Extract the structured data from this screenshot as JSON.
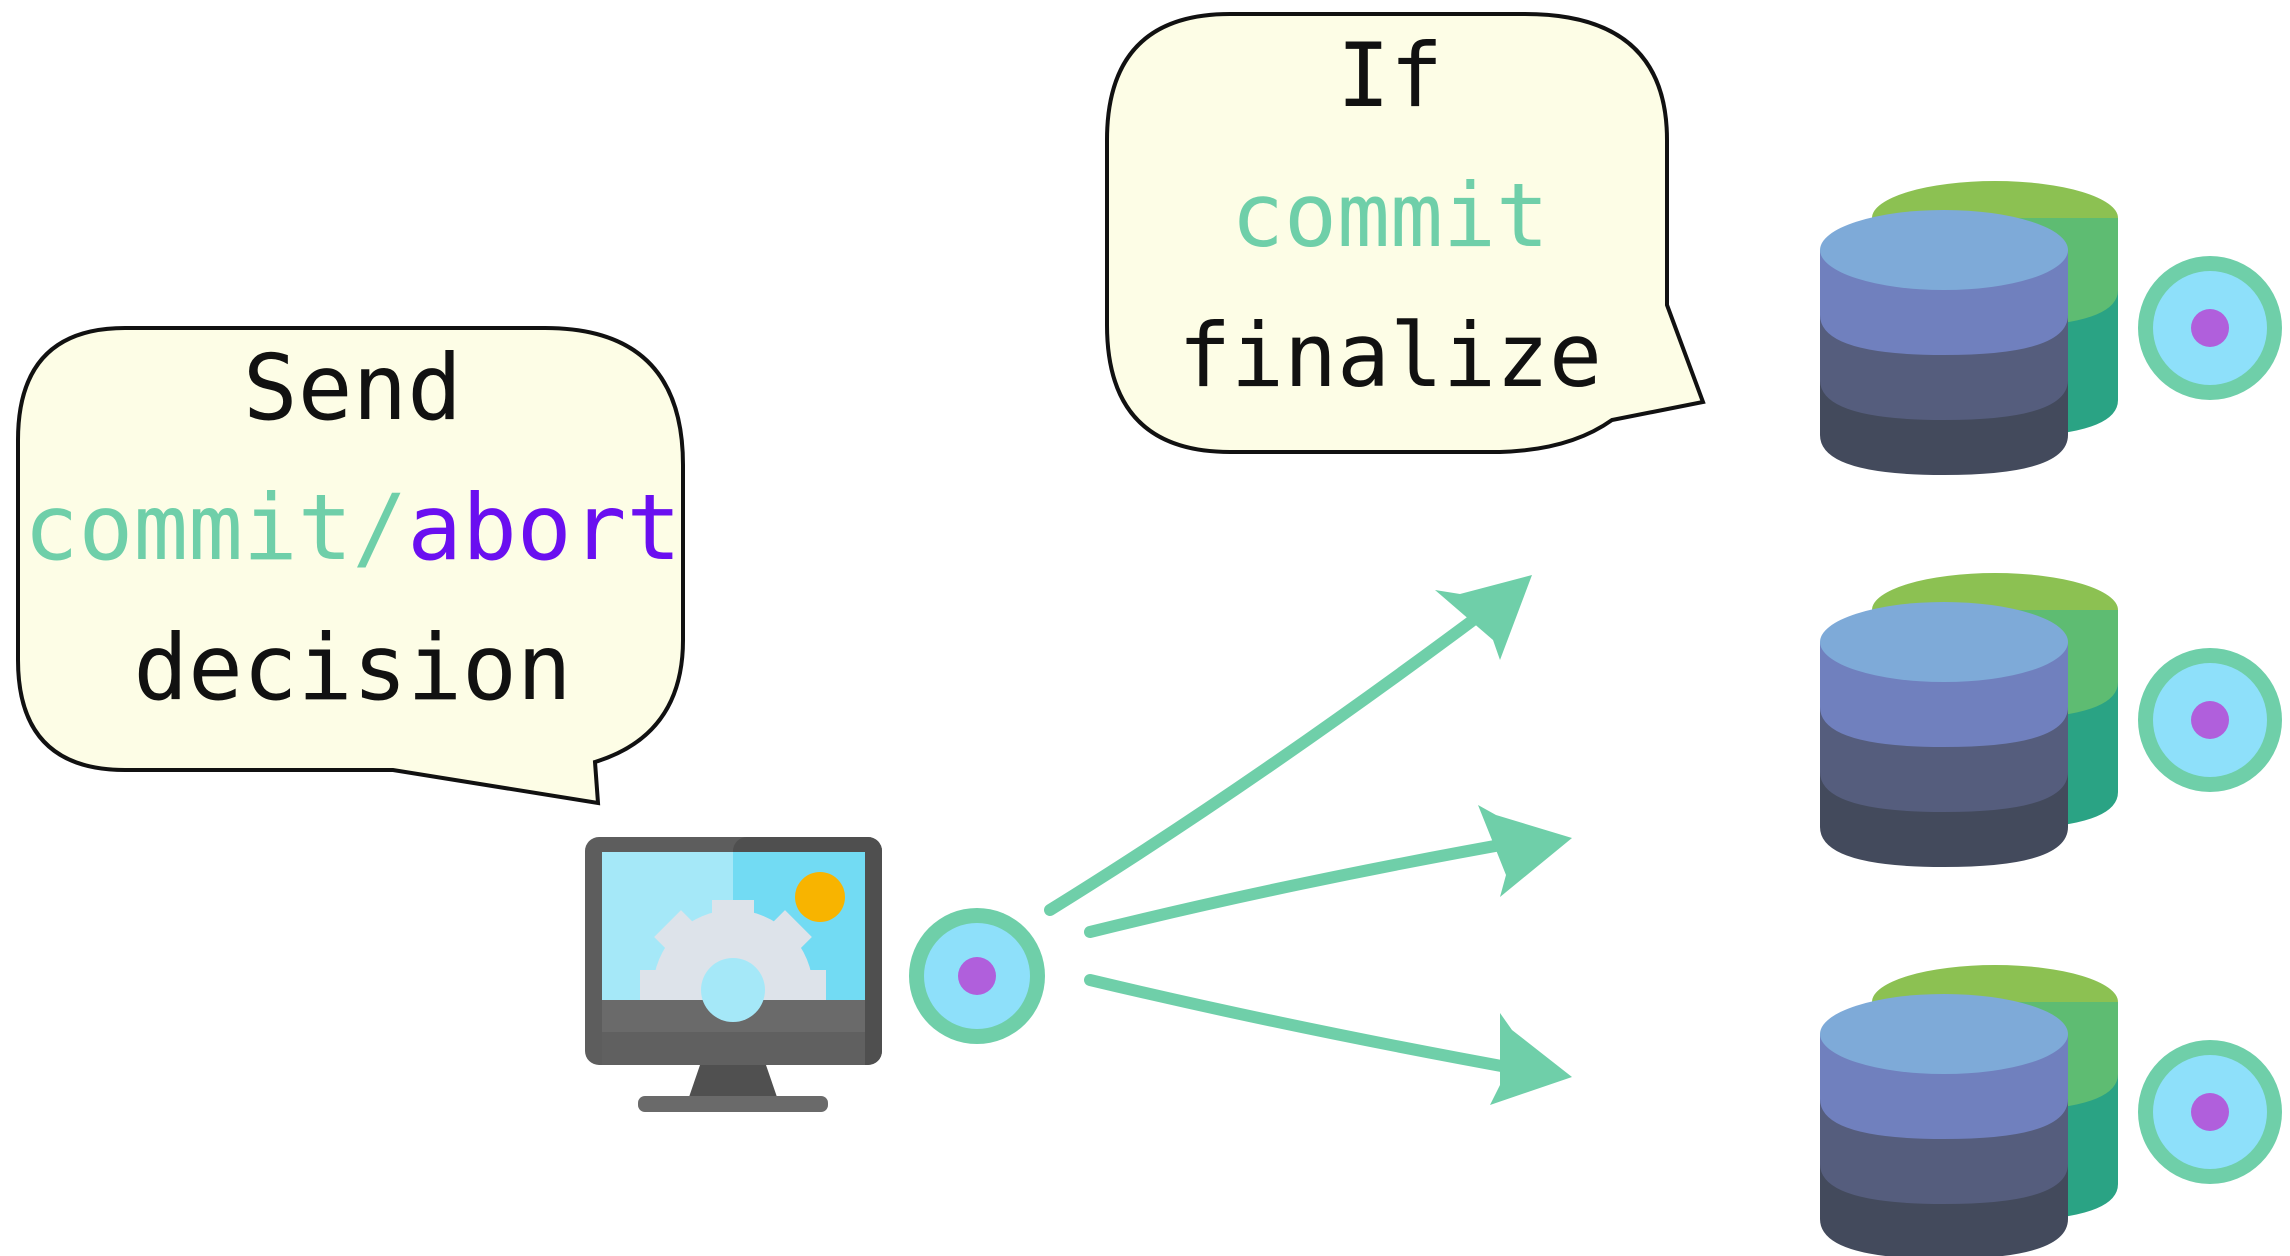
{
  "colors": {
    "bubble_fill": "#fdfde6",
    "bubble_stroke": "#111111",
    "commit": "#6fcfa9",
    "abort": "#6a0ff0",
    "arrow": "#6fcfa9",
    "node_ring": "#6fcfa9",
    "node_fill": "#8ee0fa",
    "node_dot": "#b05fdc"
  },
  "send_bubble": {
    "line1": "Send",
    "commit_word": "commit",
    "slash": "/",
    "abort_word": "abort",
    "line3": "decision"
  },
  "if_bubble": {
    "line1": "If",
    "commit_word": "commit",
    "line3": "finalize"
  },
  "icons": {
    "coordinator": "computer-monitor-gear-icon",
    "participant": "database-icon",
    "node": "node-circle-icon"
  },
  "participants": [
    "database-1",
    "database-2",
    "database-3"
  ]
}
